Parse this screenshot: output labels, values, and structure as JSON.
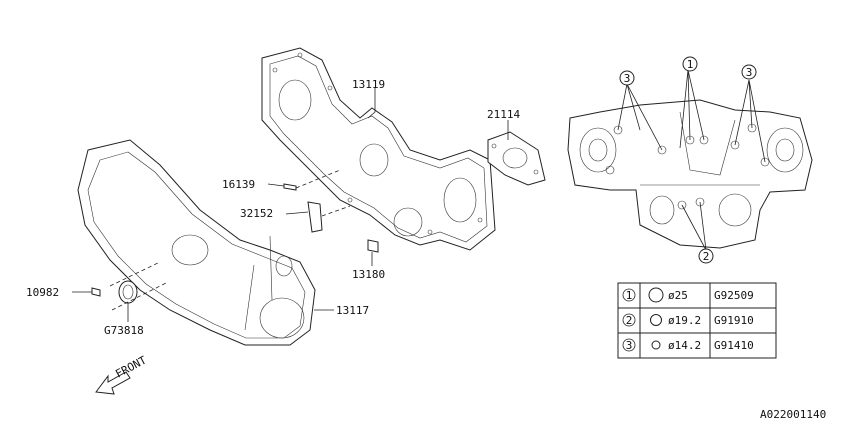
{
  "callouts": [
    {
      "id": "c13119",
      "text": "13119"
    },
    {
      "id": "c21114",
      "text": "21114"
    },
    {
      "id": "c16139",
      "text": "16139"
    },
    {
      "id": "c32152",
      "text": "32152"
    },
    {
      "id": "c13180",
      "text": "13180"
    },
    {
      "id": "c10982",
      "text": "10982"
    },
    {
      "id": "cG73818",
      "text": "G73818"
    },
    {
      "id": "c13117",
      "text": "13117"
    }
  ],
  "front_label": "FRONT",
  "markers": {
    "one": "1",
    "two": "2",
    "three": "3"
  },
  "oring_table": {
    "rows": [
      {
        "ref": "1",
        "size": "ø25",
        "part": "G92509"
      },
      {
        "ref": "2",
        "size": "ø19.2",
        "part": "G91910"
      },
      {
        "ref": "3",
        "size": "ø14.2",
        "part": "G91410"
      }
    ]
  },
  "diagram_id": "A022001140"
}
